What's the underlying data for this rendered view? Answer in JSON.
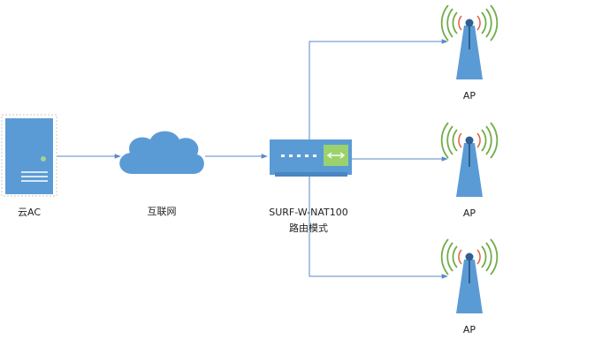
{
  "nodes": {
    "cloud_ac": {
      "label": "云AC"
    },
    "internet": {
      "label": "互联网"
    },
    "router": {
      "model": "SURF-W-NAT100",
      "mode": "路由模式"
    },
    "aps": [
      {
        "label": "AP"
      },
      {
        "label": "AP"
      },
      {
        "label": "AP"
      }
    ]
  },
  "colors": {
    "primary_blue": "#5b9bd5",
    "dark_blue": "#2e5f8f",
    "line_blue": "#5a8ac6",
    "wifi_green": "#70ad47",
    "wifi_red": "#e06040",
    "led_green": "#9bd26b"
  }
}
